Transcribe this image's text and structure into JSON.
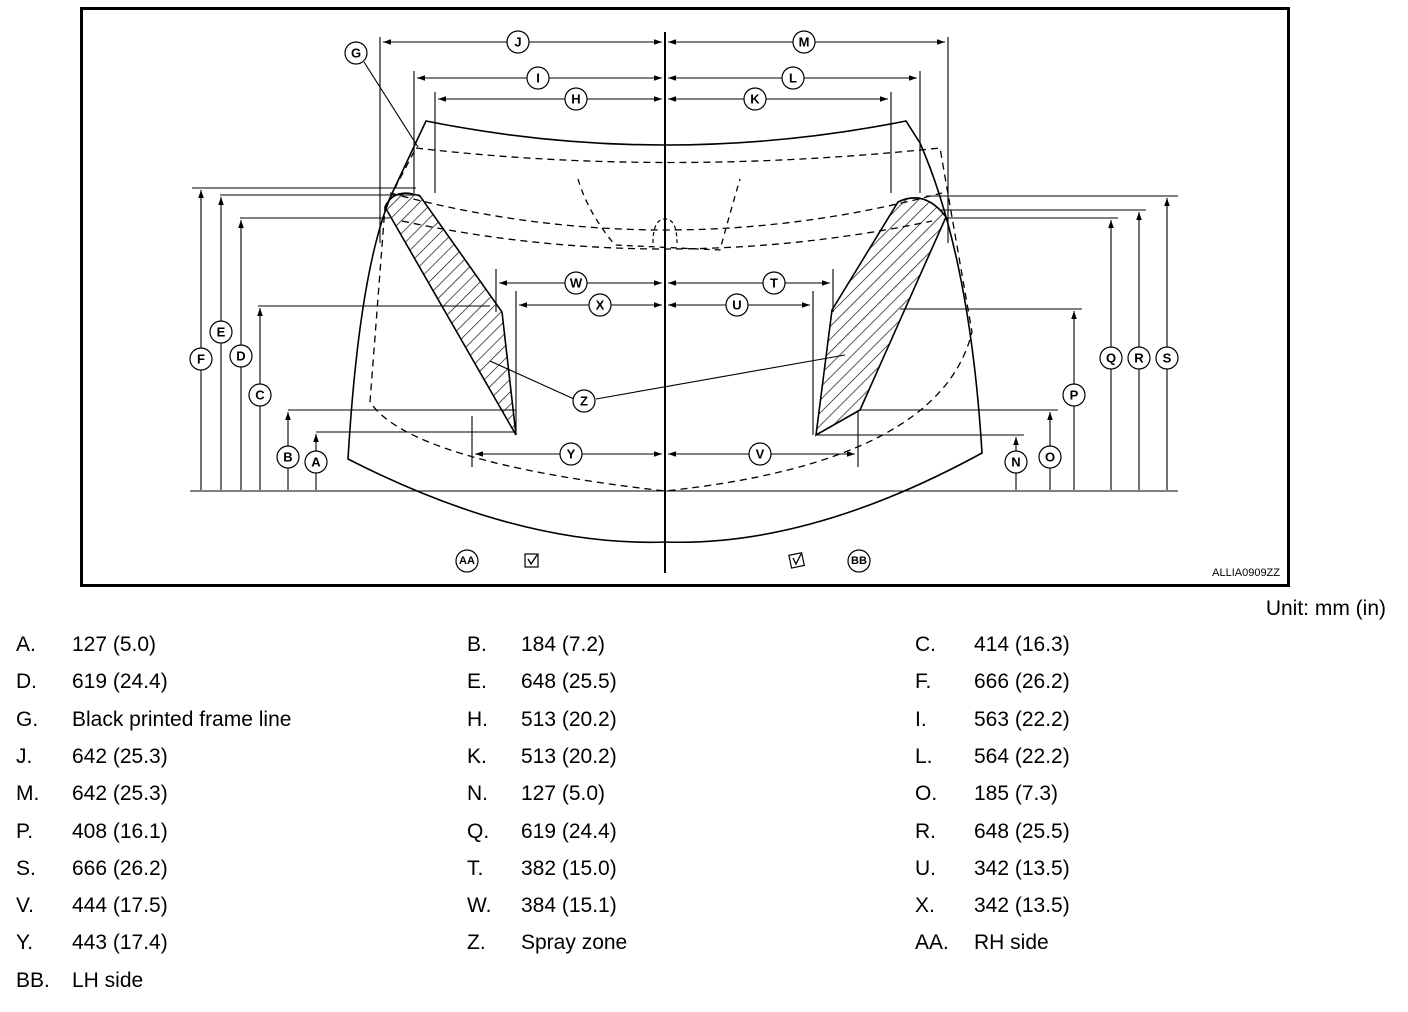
{
  "figure": {
    "code": "ALLIA0909ZZ",
    "labels": [
      "A",
      "B",
      "C",
      "D",
      "E",
      "F",
      "G",
      "H",
      "I",
      "J",
      "K",
      "L",
      "M",
      "N",
      "O",
      "P",
      "Q",
      "R",
      "S",
      "T",
      "U",
      "V",
      "W",
      "X",
      "Y",
      "Z",
      "AA",
      "BB"
    ]
  },
  "unit_text": "Unit: mm (in)",
  "legend": [
    {
      "key": "A.",
      "value": "127 (5.0)"
    },
    {
      "key": "B.",
      "value": "184 (7.2)"
    },
    {
      "key": "C.",
      "value": "414 (16.3)"
    },
    {
      "key": "D.",
      "value": "619 (24.4)"
    },
    {
      "key": "E.",
      "value": "648 (25.5)"
    },
    {
      "key": "F.",
      "value": "666 (26.2)"
    },
    {
      "key": "G.",
      "value": "Black printed frame line"
    },
    {
      "key": "H.",
      "value": "513 (20.2)"
    },
    {
      "key": "I.",
      "value": "563 (22.2)"
    },
    {
      "key": "J.",
      "value": "642 (25.3)"
    },
    {
      "key": "K.",
      "value": "513 (20.2)"
    },
    {
      "key": "L.",
      "value": "564 (22.2)"
    },
    {
      "key": "M.",
      "value": "642 (25.3)"
    },
    {
      "key": "N.",
      "value": "127 (5.0)"
    },
    {
      "key": "O.",
      "value": "185 (7.3)"
    },
    {
      "key": "P.",
      "value": "408 (16.1)"
    },
    {
      "key": "Q.",
      "value": "619 (24.4)"
    },
    {
      "key": "R.",
      "value": "648 (25.5)"
    },
    {
      "key": "S.",
      "value": "666 (26.2)"
    },
    {
      "key": "T.",
      "value": "382 (15.0)"
    },
    {
      "key": "U.",
      "value": "342 (13.5)"
    },
    {
      "key": "V.",
      "value": "444 (17.5)"
    },
    {
      "key": "W.",
      "value": "384 (15.1)"
    },
    {
      "key": "X.",
      "value": "342 (13.5)"
    },
    {
      "key": "Y.",
      "value": "443 (17.4)"
    },
    {
      "key": "Z.",
      "value": "Spray zone"
    },
    {
      "key": "AA.",
      "value": "RH side"
    },
    {
      "key": "BB.",
      "value": "LH side"
    }
  ]
}
